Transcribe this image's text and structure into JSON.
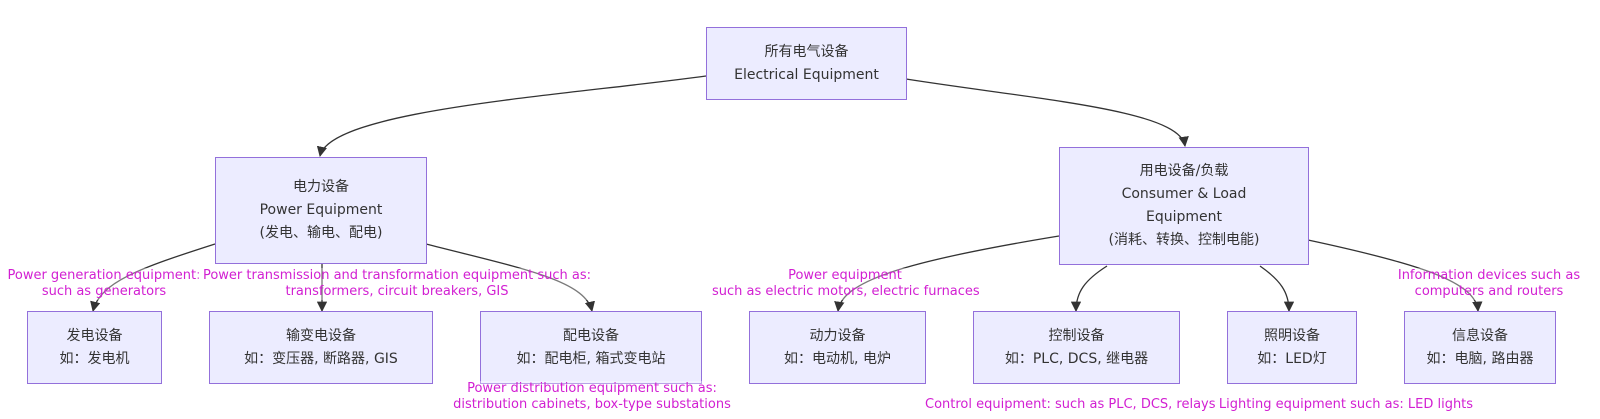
{
  "nodes": {
    "root": {
      "line1": "所有电气设备",
      "line2": "Electrical Equipment"
    },
    "power": {
      "line1": "电力设备",
      "line2": "Power Equipment",
      "line3": "(发电、输电、配电)"
    },
    "consumer": {
      "line1": "用电设备/负载",
      "line2": "Consumer & Load",
      "line3": "Equipment",
      "line4": "(消耗、转换、控制电能)"
    },
    "generation": {
      "line1": "发电设备",
      "line2": "如：发电机"
    },
    "transmission": {
      "line1": "输变电设备",
      "line2": "如：变压器, 断路器, GIS"
    },
    "distribution": {
      "line1": "配电设备",
      "line2": "如：配电柜, 箱式变电站"
    },
    "motive": {
      "line1": "动力设备",
      "line2": "如：电动机, 电炉"
    },
    "control": {
      "line1": "控制设备",
      "line2": "如：PLC, DCS, 继电器"
    },
    "lighting": {
      "line1": "照明设备",
      "line2": "如：LED灯"
    },
    "information": {
      "line1": "信息设备",
      "line2": "如：电脑, 路由器"
    }
  },
  "annotations": {
    "generation": {
      "line1": "Power generation equipment:",
      "line2": "such as generators"
    },
    "transmission": {
      "line1": "Power transmission and transformation equipment such as:",
      "line2": "transformers, circuit breakers, GIS"
    },
    "distribution": {
      "line1": "Power distribution equipment such as:",
      "line2": "distribution cabinets, box-type substations"
    },
    "motive": {
      "line1": "Power equipment",
      "line2": "such as electric motors, electric furnaces"
    },
    "control": {
      "line1": "Control equipment: such as PLC, DCS, relays"
    },
    "lighting": {
      "line1": "Lighting equipment such as: LED lights"
    },
    "information": {
      "line1": "Information devices such as",
      "line2": "computers and routers"
    }
  },
  "colors": {
    "node_fill": "#ececff",
    "node_border": "#9370db",
    "edge": "#333333",
    "annotation_text": "#d21fd2"
  }
}
